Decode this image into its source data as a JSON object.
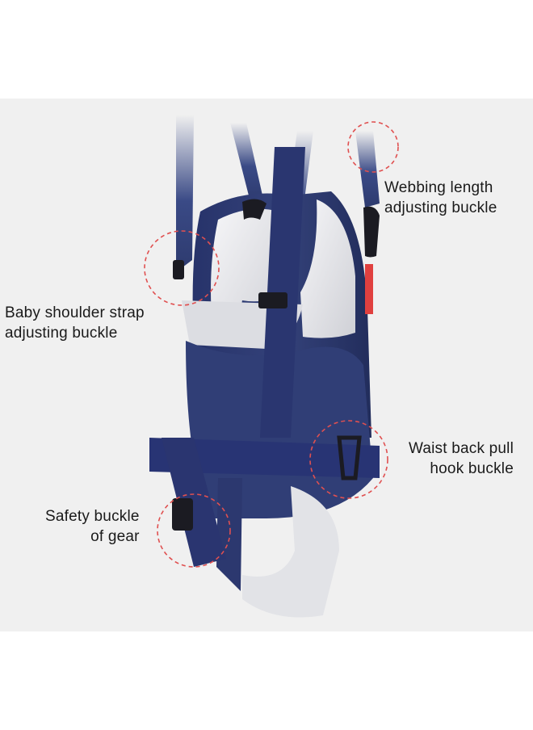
{
  "callouts": {
    "webbing": {
      "line1": "Webbing length",
      "line2": "adjusting buckle"
    },
    "shoulder": {
      "line1": "Baby shoulder strap",
      "line2": "adjusting buckle"
    },
    "waist": {
      "line1": "Waist back pull",
      "line2": "hook buckle"
    },
    "safety": {
      "line1": "Safety buckle",
      "line2": "of gear"
    }
  },
  "colors": {
    "background": "#f0f0f0",
    "navy": "#2d3a6e",
    "navy_dark": "#1f2a55",
    "lining": "#e6e6e8",
    "accent_red": "#e0403f",
    "callout_ring": "#e05050"
  }
}
